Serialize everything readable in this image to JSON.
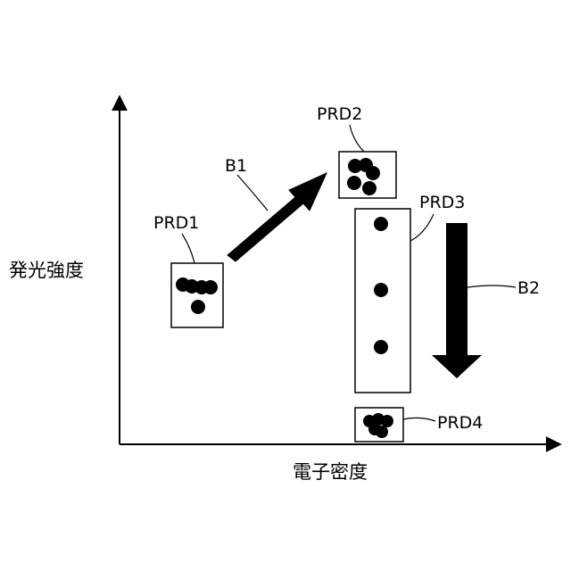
{
  "axes": {
    "y_label": "発光強度",
    "x_label": "電子密度"
  },
  "groups": [
    {
      "id": "prd1",
      "label": "PRD1"
    },
    {
      "id": "prd2",
      "label": "PRD2"
    },
    {
      "id": "prd3",
      "label": "PRD3"
    },
    {
      "id": "prd4",
      "label": "PRD4"
    }
  ],
  "arrows": [
    {
      "id": "b1",
      "label": "B1"
    },
    {
      "id": "b2",
      "label": "B2"
    }
  ],
  "colors": {
    "ink": "#000000",
    "background": "#ffffff"
  }
}
